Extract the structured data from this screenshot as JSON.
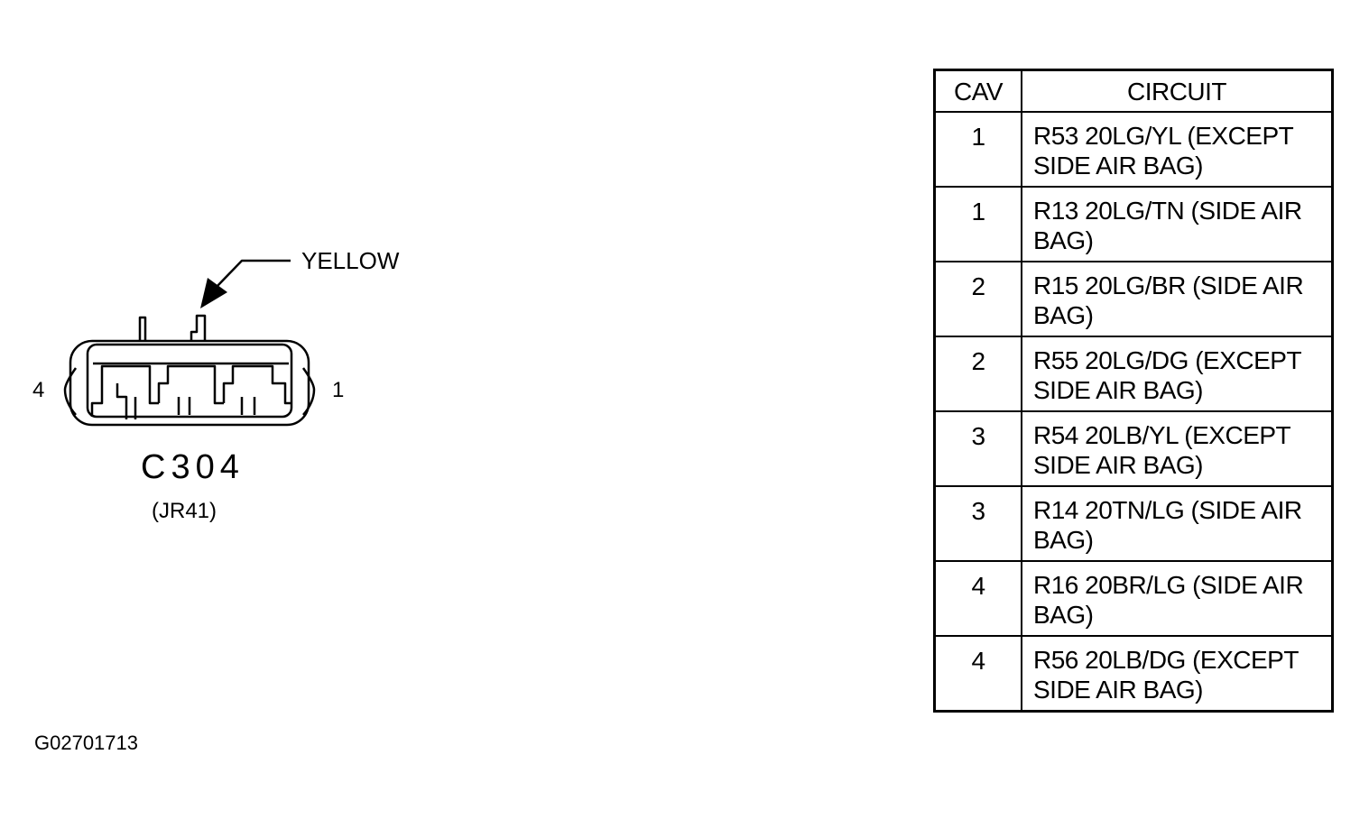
{
  "connector": {
    "name": "C304",
    "sub_label": "(JR41)",
    "color_callout": "YELLOW",
    "left_pin_label": "4",
    "right_pin_label": "1"
  },
  "table": {
    "headers": {
      "cav": "CAV",
      "circuit": "CIRCUIT"
    },
    "rows": [
      {
        "cav": "1",
        "circuit": "R53 20LG/YL (EXCEPT SIDE AIR BAG)"
      },
      {
        "cav": "1",
        "circuit": "R13 20LG/TN (SIDE AIR BAG)"
      },
      {
        "cav": "2",
        "circuit": "R15 20LG/BR (SIDE AIR BAG)"
      },
      {
        "cav": "2",
        "circuit": "R55 20LG/DG (EXCEPT SIDE AIR BAG)"
      },
      {
        "cav": "3",
        "circuit": "R54 20LB/YL (EXCEPT SIDE AIR BAG)"
      },
      {
        "cav": "3",
        "circuit": "R14 20TN/LG (SIDE AIR BAG)"
      },
      {
        "cav": "4",
        "circuit": "R16 20BR/LG (SIDE AIR BAG)"
      },
      {
        "cav": "4",
        "circuit": "R56 20LB/DG (EXCEPT SIDE AIR BAG)"
      }
    ]
  },
  "figure_id": "G02701713"
}
